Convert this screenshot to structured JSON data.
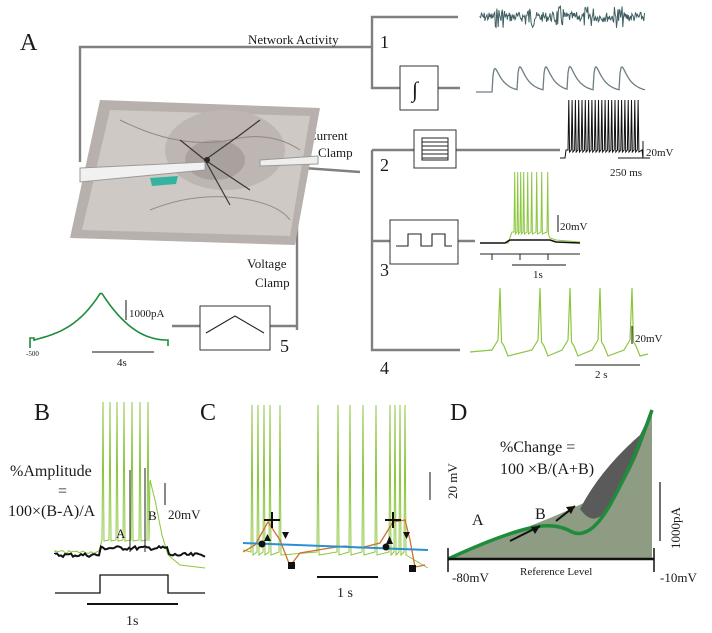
{
  "figure": {
    "panel_a": {
      "label": "A",
      "network_activity": "Network Activity",
      "current_clamp": [
        "Current",
        "Clamp"
      ],
      "voltage_clamp": [
        "Voltage",
        "Clamp"
      ],
      "branch_numbers": [
        "1",
        "2",
        "3",
        "4",
        "5"
      ],
      "integral_symbol": "∫",
      "scale_20mv": "20mV",
      "scale_250ms": "250 ms",
      "scale_1s": "1s",
      "scale_2s": "2 s",
      "scale_1000pa": "1000pA",
      "scale_4s": "4s",
      "holding_value": "-500"
    },
    "panel_b": {
      "label": "B",
      "pct_amplitude": "%Amplitude",
      "equals": "=",
      "formula": "100×(B-A)/A",
      "marker_a": "A",
      "marker_b": "B",
      "scale_20mv": "20mV",
      "scale_1s": "1s"
    },
    "panel_c": {
      "label": "C",
      "scale_20mv": "20 mV",
      "scale_1s": "1 s"
    },
    "panel_d": {
      "label": "D",
      "pct_change": "%Change =",
      "formula": "100 ×B/(A+B)",
      "marker_a": "A",
      "marker_b": "B",
      "scale_1000pa": "1000pA",
      "left_voltage": "-80mV",
      "right_voltage": "-10mV",
      "reference_level": "Reference Level"
    }
  },
  "colors": {
    "green_trace": "#8cc63f",
    "dark_green": "#1e8c3a",
    "noise_trace": "#3f5f62",
    "black_trace": "#111111",
    "blue_line": "#2b8fd6",
    "orange_trace": "#d0702c",
    "area_a": "#8d9c83",
    "area_b": "#5a5a5a",
    "wire": "#808080"
  }
}
